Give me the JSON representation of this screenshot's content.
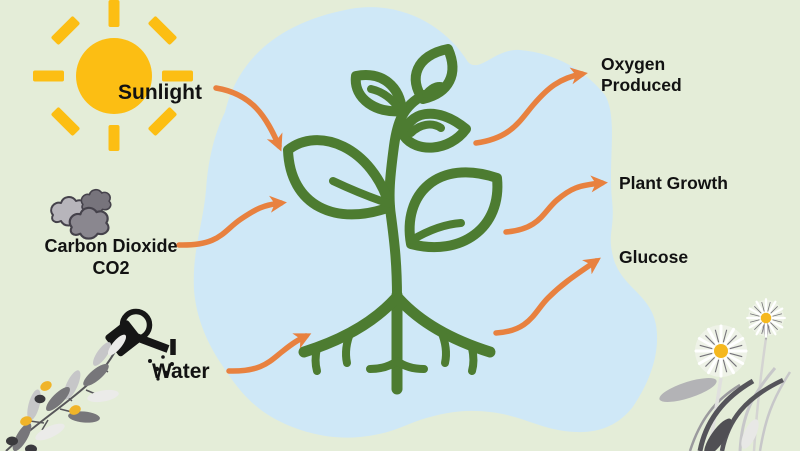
{
  "diagram": {
    "subject": "photosynthesis plant diagram",
    "inputs": [
      {
        "id": "sunlight",
        "label": "Sunlight",
        "icon": "sun-icon"
      },
      {
        "id": "carbon-dioxide",
        "label": "Carbon Dioxide",
        "sublabel": "CO2",
        "icon": "co2-clouds-icon"
      },
      {
        "id": "water",
        "label": "Water",
        "icon": "watering-can-icon"
      }
    ],
    "outputs": [
      {
        "id": "oxygen",
        "label_line1": "Oxygen",
        "label_line2": "Produced"
      },
      {
        "id": "plant-growth",
        "label": "Plant Growth"
      },
      {
        "id": "glucose",
        "label": "Glucose"
      }
    ],
    "center_icon": "plant-seedling-icon",
    "decorations": [
      "olive-branch",
      "dandelion-flowers"
    ]
  },
  "colors": {
    "bg": "#e4edd8",
    "blob": "#cfe8f7",
    "sun": "#fcbe13",
    "plant": "#4d7c31",
    "arrow": "#e8813f",
    "text": "#121212",
    "ink": "#161616",
    "cloud_light": "#b7b5bb",
    "cloud_dark": "#77747c",
    "cloud_mid": "#8a878f",
    "berry_yellow": "#f0b429"
  }
}
